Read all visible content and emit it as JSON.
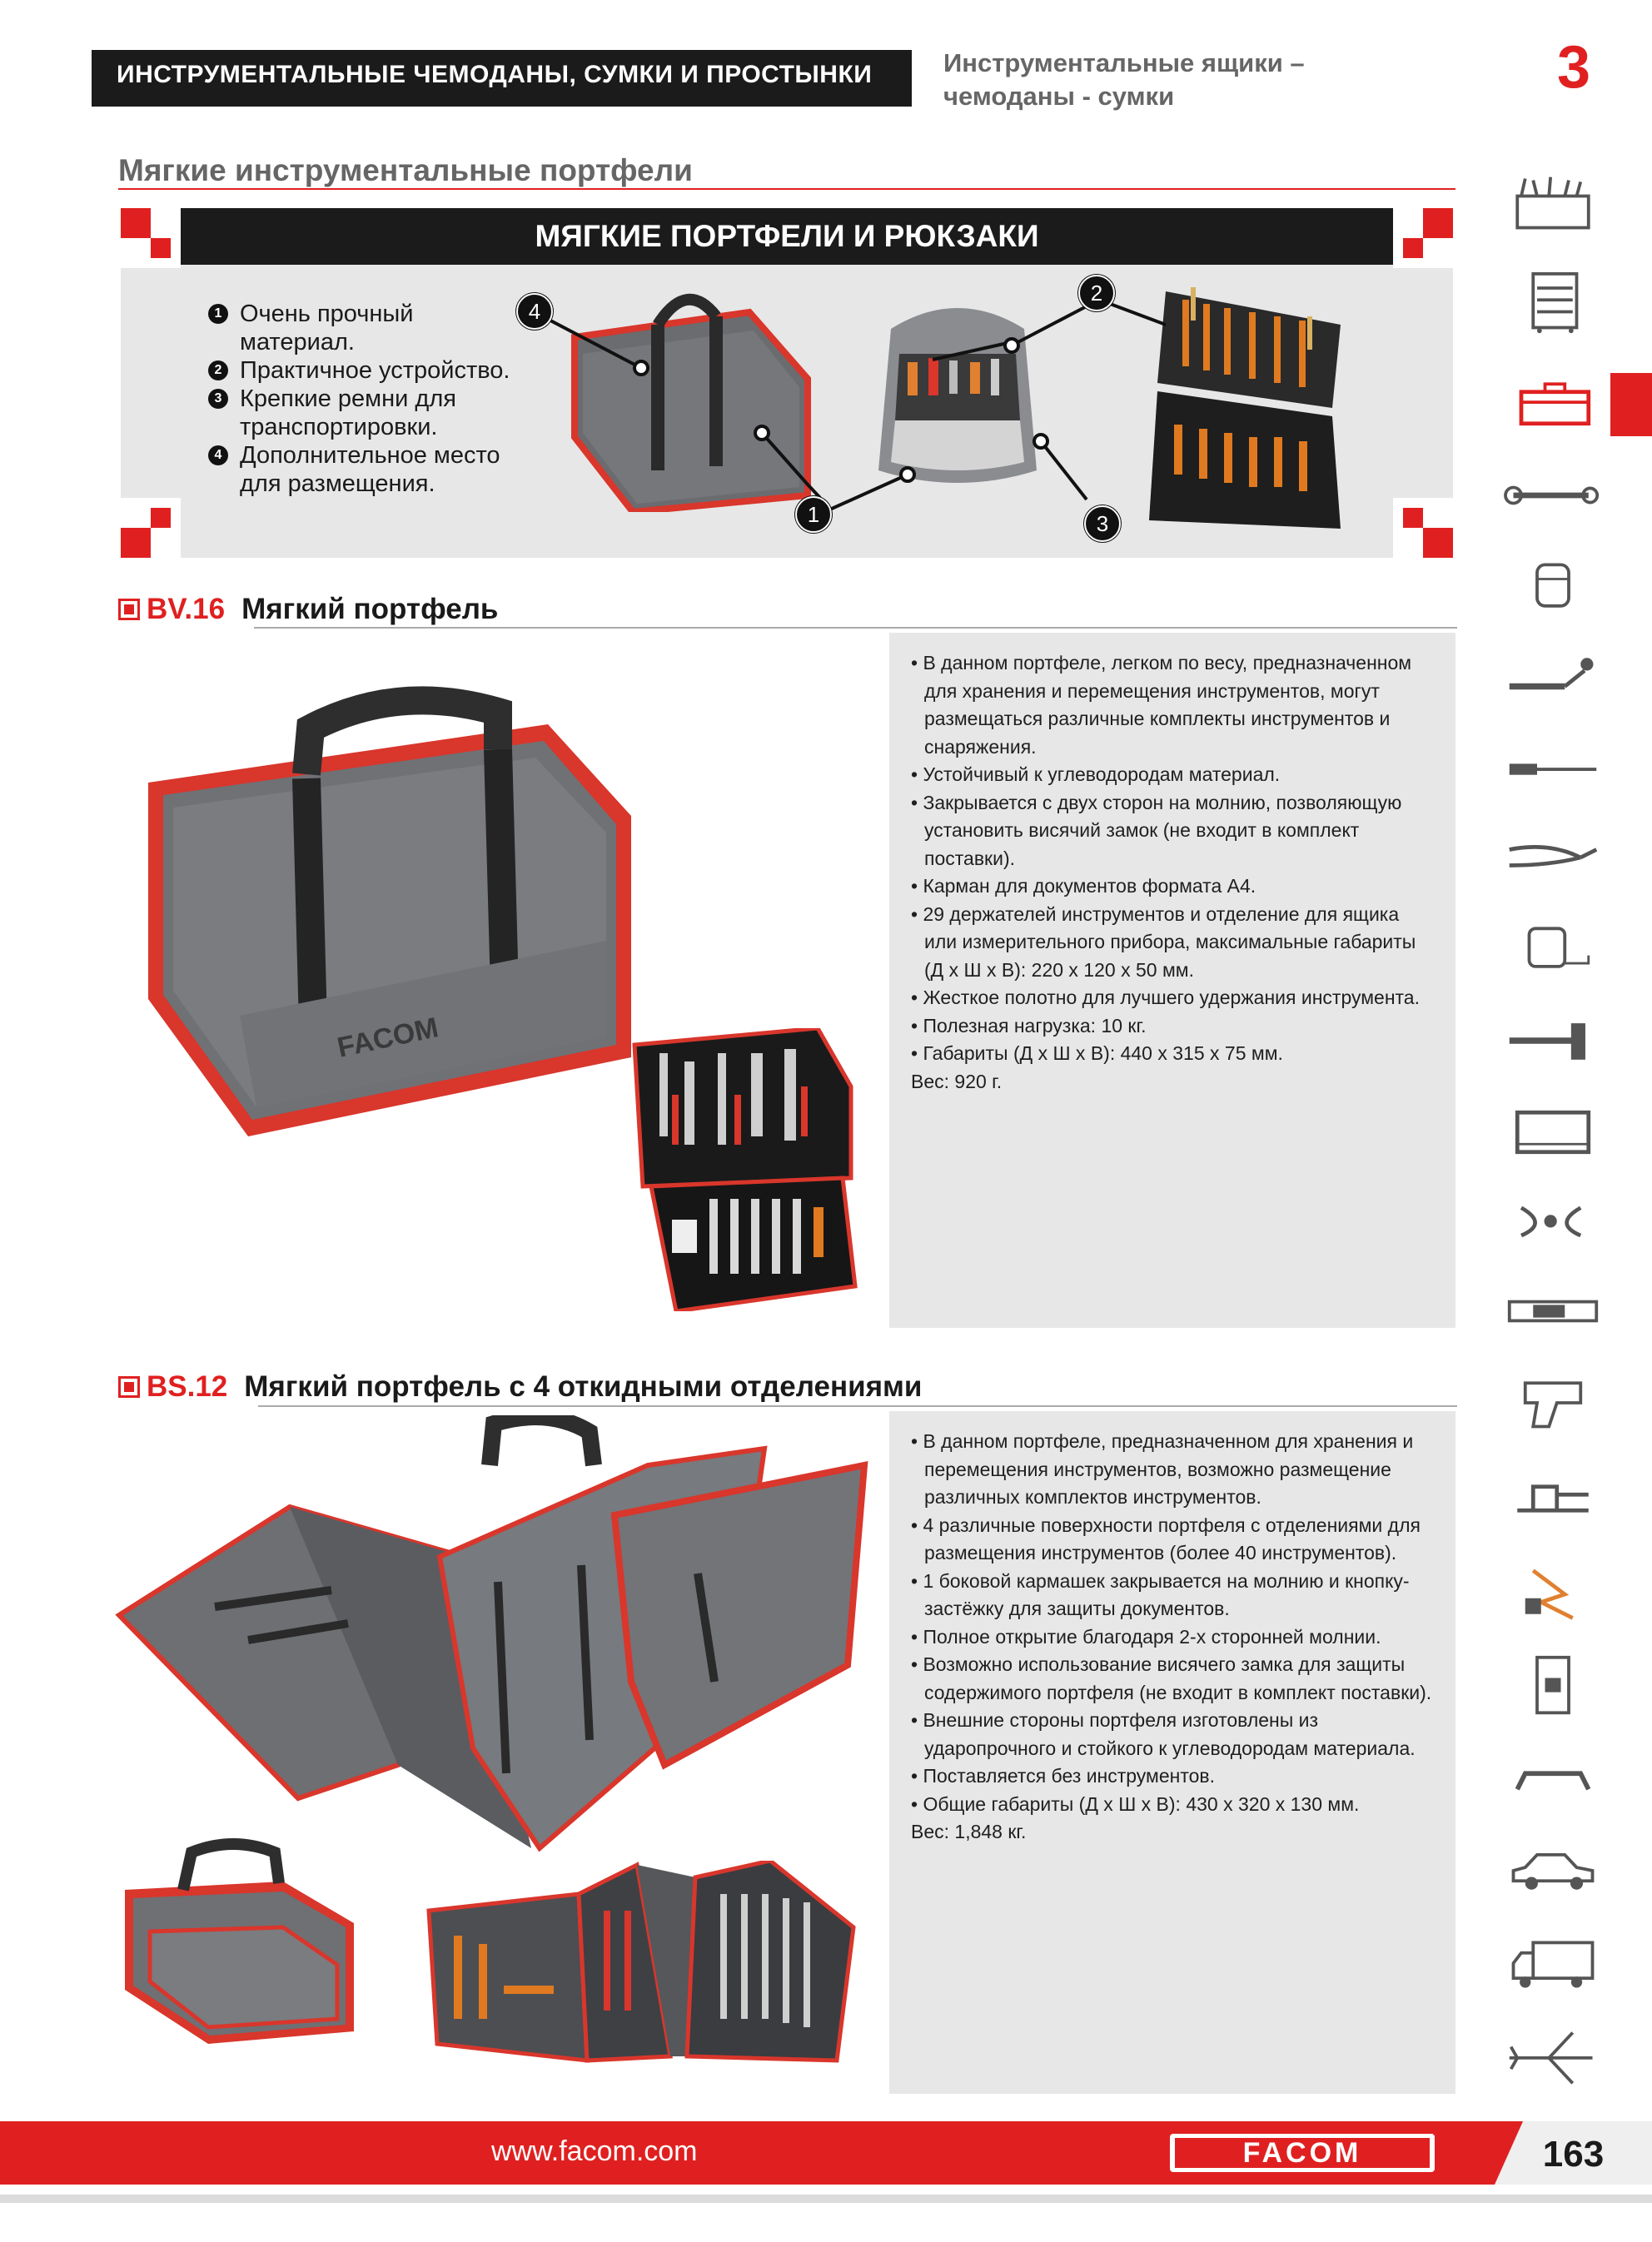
{
  "header": {
    "bar_title": "ИНСТРУМЕНТАЛЬНЫЕ ЧЕМОДАНЫ, СУМКИ И ПРОСТЫНКИ",
    "subtitle_line1": "Инструментальные ящики –",
    "subtitle_line2": "чемоданы - сумки",
    "chapter_number": "3"
  },
  "section": {
    "title": "Мягкие инструментальные портфели"
  },
  "feature_panel": {
    "title": "МЯГКИЕ ПОРТФЕЛИ И РЮКЗАКИ",
    "items": [
      {
        "num": "1",
        "text_line1": "Очень прочный",
        "text_line2": "материал."
      },
      {
        "num": "2",
        "text_line1": "Практичное устройство.",
        "text_line2": ""
      },
      {
        "num": "3",
        "text_line1": "Крепкие ремни для",
        "text_line2": "транспортировки."
      },
      {
        "num": "4",
        "text_line1": "Дополнительное место",
        "text_line2": "для размещения."
      }
    ],
    "callouts": {
      "c1": "1",
      "c2": "2",
      "c3": "3",
      "c4": "4"
    }
  },
  "products": [
    {
      "code": "BV.16",
      "title": "Мягкий портфель",
      "bullets": [
        "В данном портфеле, легком по весу, предназначенном для хранения и перемещения инструментов, могут размещаться различные комплекты инструментов и снаряжения.",
        "Устойчивый к углеводородам материал.",
        "Закрывается с двух сторон на молнию, позволяющую установить висячий замок (не входит в комплект поставки).",
        "Карман для документов формата A4.",
        "29 держателей инструментов и отделение для ящика или измерительного прибора, максимальные габариты (Д х Ш х В): 220 х 120 х 50 мм.",
        "Жесткое полотно для лучшего удержания инструмента.",
        "Полезная нагрузка: 10 кг.",
        "Габариты (Д х Ш х В): 440 х 315 х 75 мм."
      ],
      "weight": "Вес: 920 г."
    },
    {
      "code": "BS.12",
      "title": "Мягкий портфель с 4 откидными отделениями",
      "bullets": [
        "В данном портфеле, предназначенном для хранения и перемещения инструментов, возможно размещение различных комплектов инструментов.",
        "4 различные поверхности портфеля с отделениями для размещения инструментов (более 40 инструментов).",
        "1 боковой кармашек закрывается на молнию и кнопку-застёжку для защиты документов.",
        "Полное открытие благодаря 2-х сторонней молнии.",
        "Возможно использование висячего замка для защиты содержимого портфеля (не входит в комплект поставки).",
        "Внешние стороны портфеля изготовлены из ударопрочного и стойкого к углеводородам материала.",
        "Поставляется без инструментов.",
        "Общие габариты (Д х Ш х В): 430 х 320 х 130 мм."
      ],
      "weight": "Вес: 1,848 кг."
    }
  ],
  "bag_brand": "FACOM",
  "footer": {
    "url": "www.facom.com",
    "logo": "FACOM",
    "page_number": "163"
  },
  "colors": {
    "accent_red": "#e02020",
    "dark_bar": "#1b1b1b",
    "panel_gray": "#e7e7e7"
  },
  "sidebar_icons": [
    "toolbox-icon",
    "tool-cabinet-icon",
    "tool-case-icon",
    "wrench-icon",
    "socket-icon",
    "ratchet-icon",
    "screwdriver-icon",
    "pliers-icon",
    "tape-measure-icon",
    "hammer-icon",
    "hacksaw-icon",
    "puller-icon",
    "torque-tester-icon",
    "impact-gun-icon",
    "vise-icon",
    "insulated-tools-icon",
    "electrical-breaker-icon",
    "handle-icon",
    "car-icon",
    "truck-icon",
    "airplane-icon"
  ]
}
